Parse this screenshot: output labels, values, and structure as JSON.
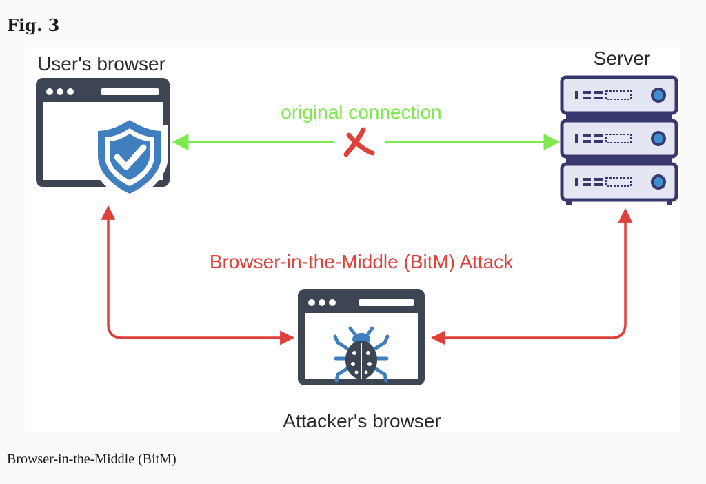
{
  "figure": {
    "label": "Fig. 3",
    "caption": "Browser-in-the-Middle (BitM)"
  },
  "diagram": {
    "nodes": {
      "user_browser": {
        "label": "User's browser",
        "icon": "browser-window-shield-icon"
      },
      "server": {
        "label": "Server",
        "icon": "server-rack-icon"
      },
      "attacker_browser": {
        "label": "Attacker's browser",
        "icon": "browser-window-bug-icon"
      }
    },
    "edges": {
      "original": {
        "label": "original connection",
        "status": "blocked",
        "marker_icon": "red-x-icon"
      },
      "attack": {
        "label": "Browser-in-the-Middle (BitM) Attack"
      }
    },
    "colors": {
      "original_connection": "#7ee84f",
      "attack": "#e0403a",
      "icon_dark": "#3d4452",
      "shield_blue": "#3f7fc0",
      "server_purple": "#38386e",
      "server_fill": "#e4e6f4",
      "server_led": "#3f8fd0"
    }
  }
}
